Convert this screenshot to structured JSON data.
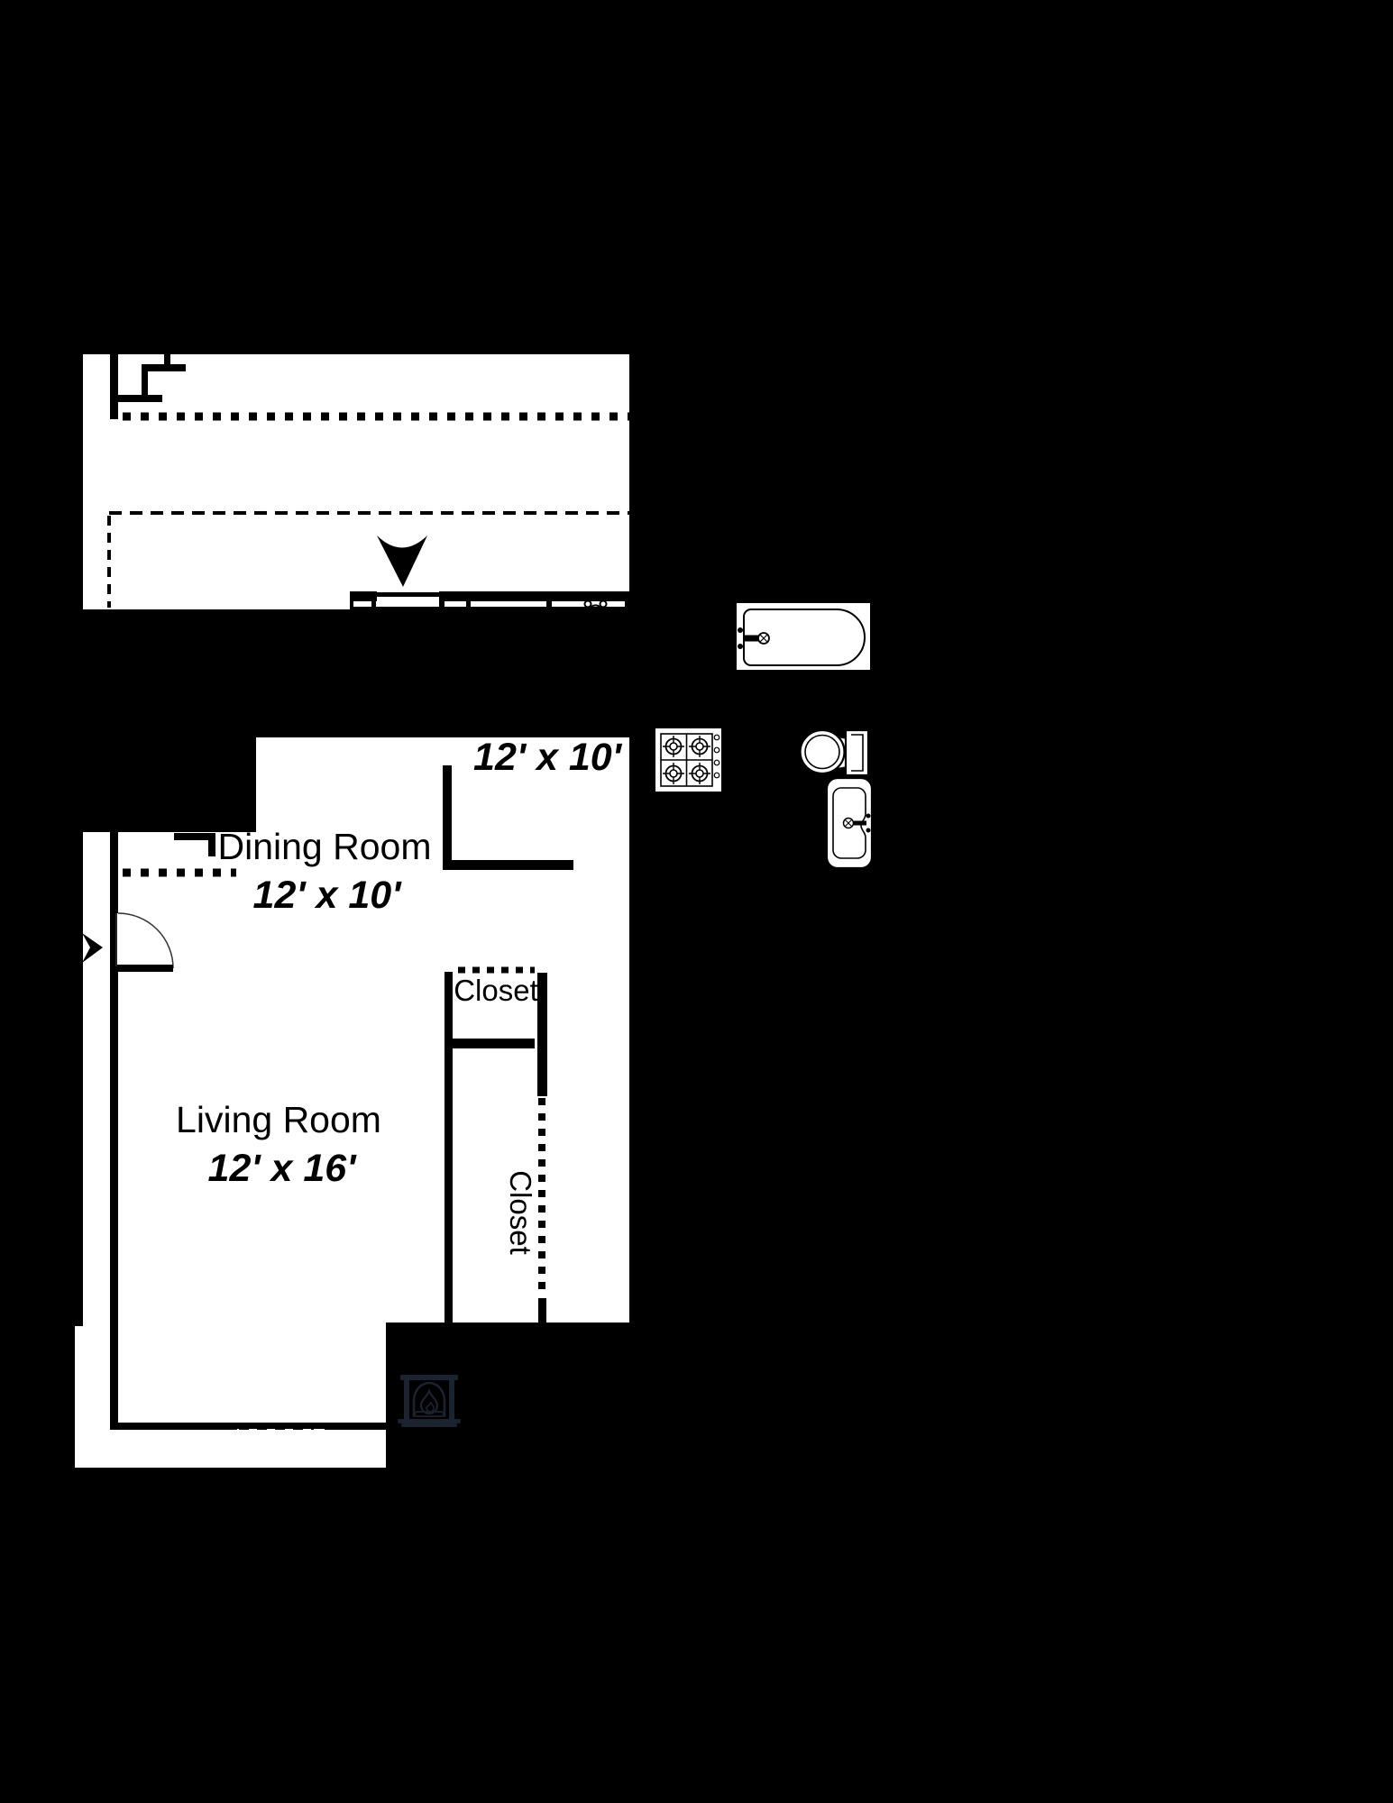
{
  "title": "apartment-floor-plan",
  "colors": {
    "background": "#000000",
    "floor": "#ffffff",
    "wall": "#000000",
    "fixture_outline": "#000000",
    "fireplace": "#1b2230"
  },
  "rooms": {
    "kitchen": {
      "dims": "12' x 10'"
    },
    "dining": {
      "name": "Dining Room",
      "dims": "12' x 10'"
    },
    "living": {
      "name": "Living Room",
      "dims": "12' x 16'"
    },
    "closet_upper": {
      "name": "Closet"
    },
    "closet_lower": {
      "name": "Closet"
    }
  },
  "icons": [
    "stairs-icon",
    "down-arrow-icon",
    "entry-arrow-icon",
    "door-swing-icon",
    "hinge-icon",
    "bathtub-icon",
    "stove-icon",
    "toilet-icon",
    "sink-icon",
    "fireplace-icon"
  ]
}
